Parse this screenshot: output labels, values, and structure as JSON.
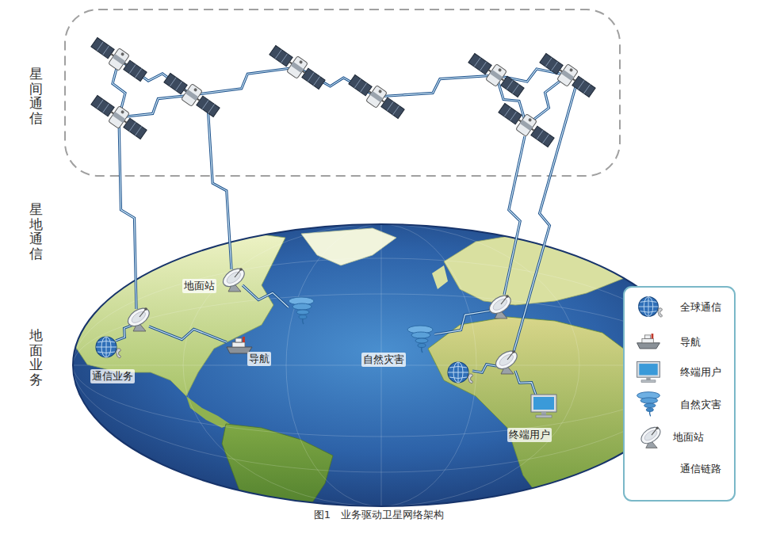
{
  "diagram": {
    "caption": "图1　业务驱动卫星网络架构",
    "labels": [
      "星间通信",
      "星地通信",
      "地面业务",
      "地面站",
      "导航",
      "自然灾害",
      "通信业务",
      "终端用户"
    ],
    "legend": [
      {
        "text": "全球通信"
      },
      {
        "text": "导航"
      },
      {
        "text": "终端用户"
      },
      {
        "text": "自然灾害"
      },
      {
        "text": "地面站"
      },
      {
        "text": "通信链路"
      }
    ]
  }
}
